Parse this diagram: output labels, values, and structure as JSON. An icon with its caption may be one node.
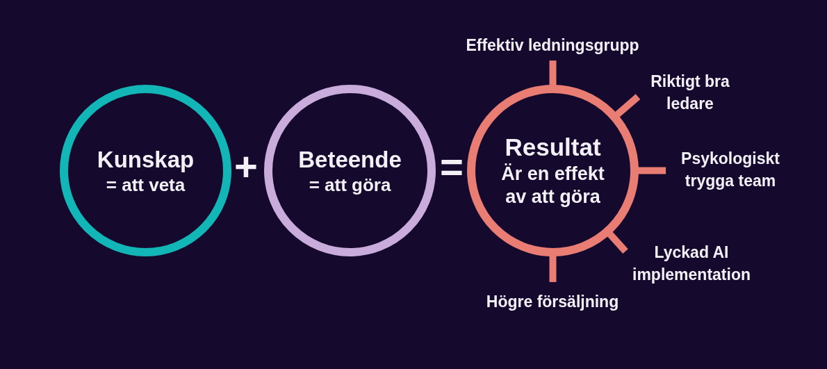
{
  "diagram": {
    "nodes": [
      {
        "text": [
          "Kunskap",
          "= att veta"
        ]
      },
      {
        "text": [
          "Beteende",
          "= att göra"
        ]
      },
      {
        "text": [
          "Resultat",
          "Är en effekt av att göra"
        ]
      },
      {
        "text": [
          "Effektiv ledningsgrupp"
        ]
      },
      {
        "text": [
          "Riktigt bra ledare"
        ]
      },
      {
        "text": [
          "Psykologiskt trygga team"
        ]
      },
      {
        "text": [
          "Lyckad AI implementation"
        ]
      },
      {
        "text": [
          "Högre försäljning"
        ]
      }
    ],
    "edges": [
      {
        "from": 3,
        "to": 2,
        "arrow": "none"
      },
      {
        "from": 4,
        "to": 2,
        "arrow": "none"
      },
      {
        "from": 5,
        "to": 2,
        "arrow": "none"
      },
      {
        "from": 6,
        "to": 2,
        "arrow": "none"
      },
      {
        "from": 7,
        "to": 2,
        "arrow": "none"
      }
    ],
    "labels": [
      "+",
      "="
    ]
  }
}
